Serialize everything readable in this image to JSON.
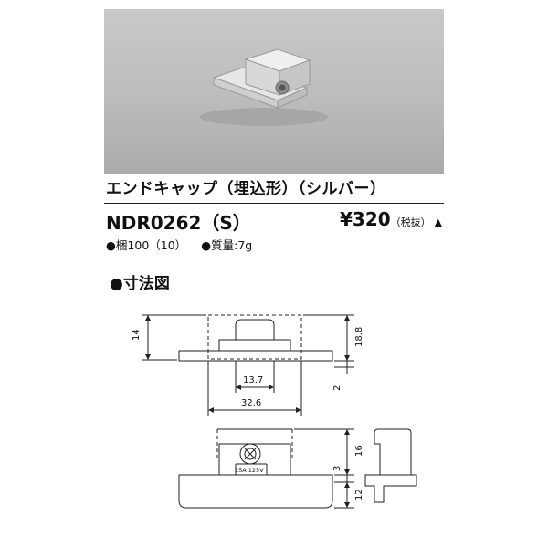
{
  "product": {
    "name": "エンドキャップ（埋込形）（シルバー）",
    "model": "NDR0262（S）",
    "price": "¥320",
    "price_tax_note": "（税抜）",
    "price_marker": "▲",
    "pack_bullet": "●",
    "pack_qty": "梱100（10）",
    "mass_bullet": "●",
    "mass": "質量:7g"
  },
  "dimension_section": {
    "title": "●寸法図",
    "dims": {
      "height_left": "14",
      "height_right": "18.8",
      "inner_width": "13.7",
      "overall_width": "32.6",
      "step": "2",
      "side_height": "16",
      "flange": "3",
      "base": "12"
    },
    "rating_label": "15A 125V"
  }
}
